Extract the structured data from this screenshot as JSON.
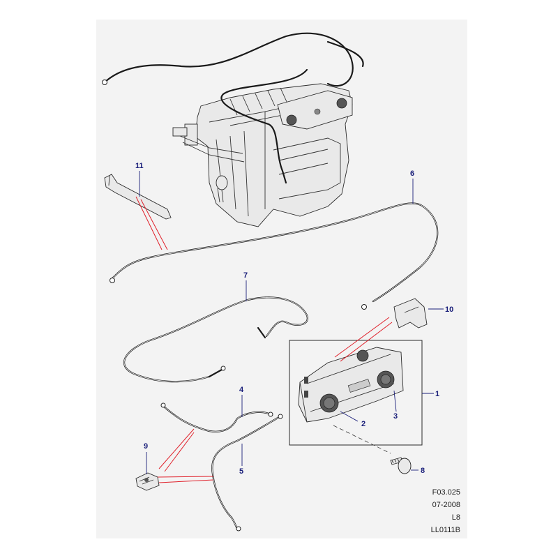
{
  "diagram": {
    "callouts": [
      {
        "id": "c1",
        "label": "1"
      },
      {
        "id": "c2",
        "label": "2"
      },
      {
        "id": "c3",
        "label": "3"
      },
      {
        "id": "c4",
        "label": "4"
      },
      {
        "id": "c5",
        "label": "5"
      },
      {
        "id": "c6",
        "label": "6"
      },
      {
        "id": "c7",
        "label": "7"
      },
      {
        "id": "c8",
        "label": "8"
      },
      {
        "id": "c9",
        "label": "9"
      },
      {
        "id": "c10",
        "label": "10"
      },
      {
        "id": "c11",
        "label": "11"
      }
    ]
  },
  "footer": {
    "figure_code": "F03.025",
    "date": "07-2008",
    "model": "L8",
    "reference": "LL0111B"
  },
  "colors": {
    "callout_text": "#1a1f7a",
    "leader_red": "#e0212b",
    "background_panel": "#f3f3f3"
  }
}
